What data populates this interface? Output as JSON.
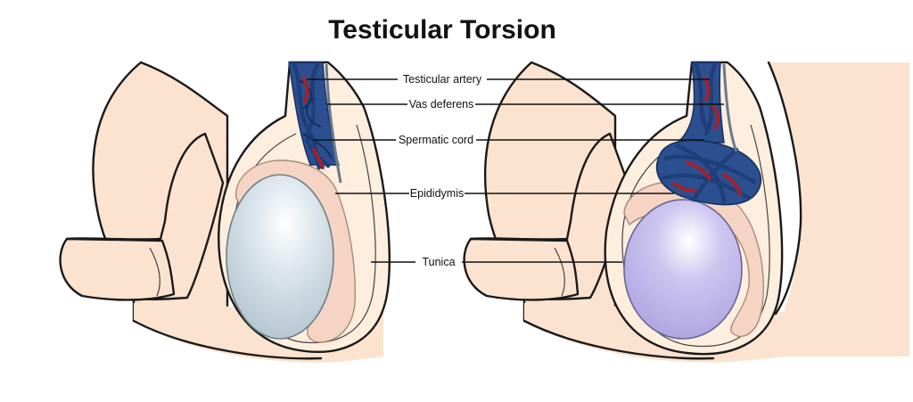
{
  "title": "Testicular Torsion",
  "labels": {
    "testicular_artery": "Testicular artery",
    "vas_deferens": "Vas deferens",
    "spermatic_cord": "Spermatic cord",
    "epididymis": "Epididymis",
    "tunica": "Tunica"
  },
  "colors": {
    "skin": "#fbe3cf",
    "skin_light": "#fdf1e6",
    "epididymis": "#f6d4c3",
    "normal_testis": "#c6d5de",
    "torsed_testis": "#c8c2ec",
    "vein": "#1f3f7a",
    "artery": "#a5202b",
    "outline": "#1a1a1a"
  }
}
